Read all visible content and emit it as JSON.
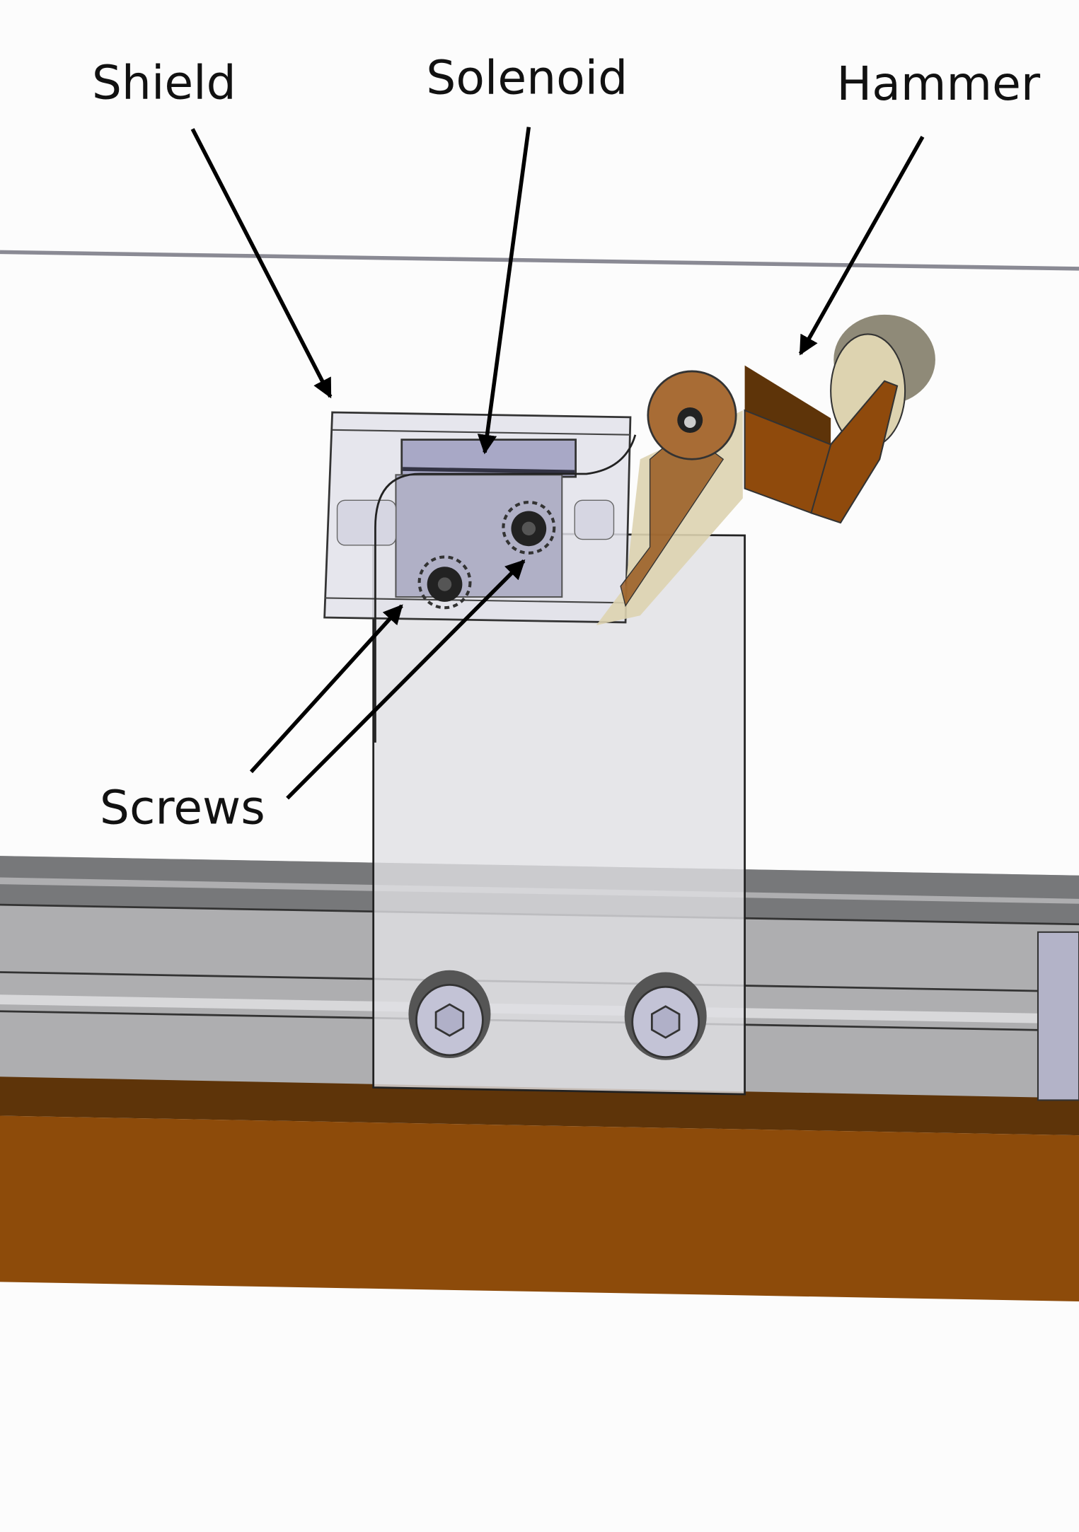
{
  "labels": {
    "shield": "Shield",
    "solenoid": "Solenoid",
    "hammer": "Hammer",
    "screws": "Screws"
  },
  "colors": {
    "background": "#fcfcfc",
    "wood": "#8d4b0a",
    "wood_dark": "#5e3409",
    "rail_gray": "#aeaeb0",
    "rail_dark": "#77787a",
    "bracket": "#e0e0e3",
    "solenoid_body": "#b0b0c6",
    "hammer": "#8f4a0c",
    "felt": "#ddd3b0",
    "arrow": "#000000"
  }
}
